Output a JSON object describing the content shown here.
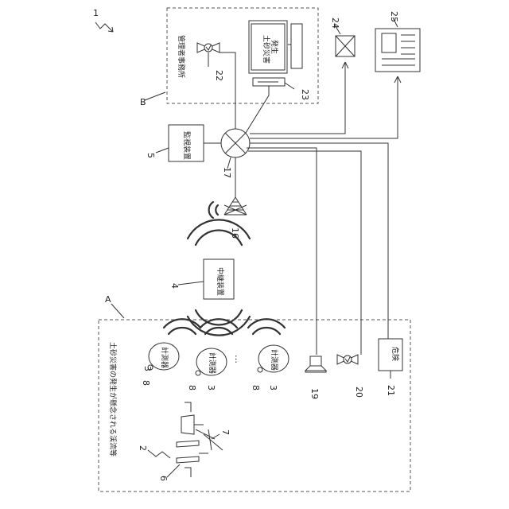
{
  "figure_number": "1",
  "areas": {
    "A": {
      "letter": "A",
      "label": "土砂災害の発生が懸念される渓流等"
    },
    "B": {
      "letter": "B",
      "label": "管理者事務所"
    }
  },
  "components": {
    "stream": {
      "ref": "2"
    },
    "check_dam": {
      "ref": "6"
    },
    "flow": {
      "ref": "7"
    },
    "gauges": [
      {
        "ref": "3",
        "antenna_ref": "8",
        "label": "計測器"
      },
      {
        "ref": "3",
        "antenna_ref": "8",
        "label": "計測器"
      },
      {
        "ref": "3",
        "antenna_ref": "8",
        "label": "計測器"
      }
    ],
    "ellipsis": "…",
    "relay": {
      "ref": "4",
      "label": "中継装置"
    },
    "monitor_device": {
      "ref": "5",
      "label": "監視装置"
    },
    "tower": {
      "ref": "16"
    },
    "hub": {
      "ref": "17"
    },
    "speaker": {
      "ref": "19"
    },
    "siren_field": {
      "ref": "20"
    },
    "danger_sign": {
      "ref": "21",
      "label": "危険"
    },
    "siren_office": {
      "ref": "22"
    },
    "computer": {
      "ref": "23",
      "screen_text_1": "土砂災害",
      "screen_text_2": "発生"
    },
    "mail": {
      "ref": "24"
    },
    "fax": {
      "ref": "25"
    }
  }
}
